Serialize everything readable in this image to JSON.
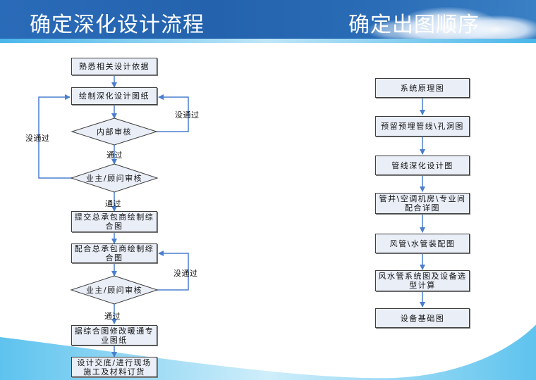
{
  "header": {
    "title_left": "确定深化设计流程",
    "title_right": "确定出图顺序"
  },
  "colors": {
    "header_blue": "#2462ad",
    "stripe_light": "#bfe6f7",
    "box_fill": "#e9eef7",
    "arrow_blue": "#4a7fcf"
  },
  "left_flow": {
    "nodes": [
      {
        "id": "basis",
        "type": "process",
        "text": "熟悉相关设计依据"
      },
      {
        "id": "draw",
        "type": "process",
        "text": "绘制深化设计图纸"
      },
      {
        "id": "internal_review",
        "type": "decision",
        "text": "内部审核"
      },
      {
        "id": "owner_review_1",
        "type": "decision",
        "text": "业主/顾问审核"
      },
      {
        "id": "submit_gc",
        "type": "process",
        "text": "提交总承包商绘制综合图"
      },
      {
        "id": "coop_gc",
        "type": "process",
        "text": "配合总承包商绘制综合图"
      },
      {
        "id": "owner_review_2",
        "type": "decision",
        "text": "业主/顾问审核"
      },
      {
        "id": "revise",
        "type": "process",
        "text": "据综合图修改暖通专业图纸"
      },
      {
        "id": "handover",
        "type": "process",
        "text": "设计交底/进行现场施工及材料订货"
      }
    ],
    "edge_labels": {
      "internal_pass": "通过",
      "internal_fail": "没通过",
      "owner1_pass": "通过",
      "owner1_fail": "没通过",
      "owner2_pass": "通过",
      "owner2_fail": "没通过"
    }
  },
  "right_flow": {
    "nodes": [
      {
        "id": "r1",
        "text": "系统原理图"
      },
      {
        "id": "r2",
        "text": "预留预埋管线\\孔洞图"
      },
      {
        "id": "r3",
        "text": "管线深化设计图"
      },
      {
        "id": "r4",
        "text": "管井\\空调机房\\专业间配合详图"
      },
      {
        "id": "r5",
        "text": "风管\\水管装配图"
      },
      {
        "id": "r6",
        "text": "风水管系统图及设备选型计算"
      },
      {
        "id": "r7",
        "text": "设备基础图"
      }
    ]
  }
}
